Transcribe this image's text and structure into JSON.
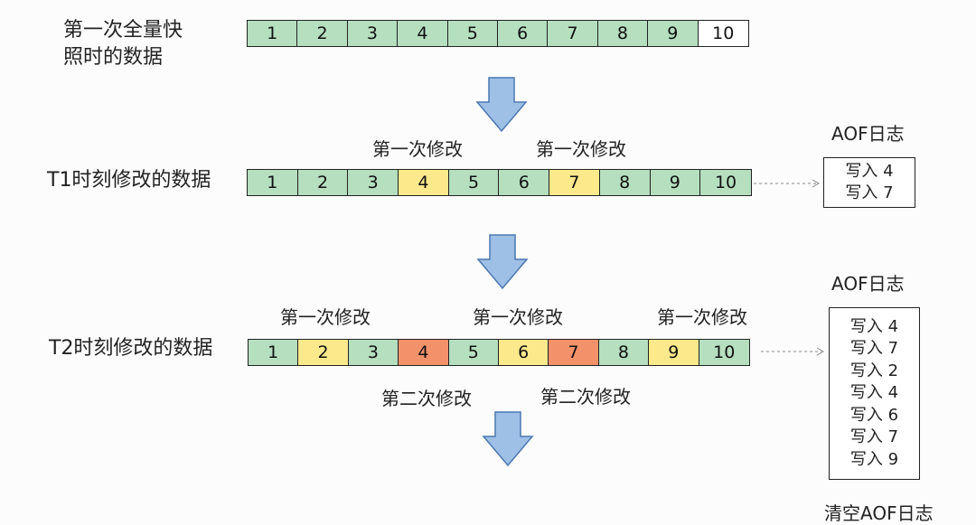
{
  "colors": {
    "green": "#b5dfbf",
    "yellow": "#fbe98c",
    "orange": "#f3926a",
    "arrow_fill": "#9ec0e6",
    "arrow_stroke": "#4a78b0"
  },
  "snapshot": {
    "label_line1": "第一次全量快",
    "label_line2": "照时的数据",
    "cells": [
      {
        "v": "1",
        "c": "green"
      },
      {
        "v": "2",
        "c": "green"
      },
      {
        "v": "3",
        "c": "green"
      },
      {
        "v": "4",
        "c": "green"
      },
      {
        "v": "5",
        "c": "green"
      },
      {
        "v": "6",
        "c": "green"
      },
      {
        "v": "7",
        "c": "green"
      },
      {
        "v": "8",
        "c": "green"
      },
      {
        "v": "9",
        "c": "green"
      },
      {
        "v": "10",
        "c": "white"
      }
    ]
  },
  "t1": {
    "label": "T1时刻修改的数据",
    "annotation_1": "第一次修改",
    "annotation_2": "第一次修改",
    "cells": [
      {
        "v": "1",
        "c": "green"
      },
      {
        "v": "2",
        "c": "green"
      },
      {
        "v": "3",
        "c": "green"
      },
      {
        "v": "4",
        "c": "yellow"
      },
      {
        "v": "5",
        "c": "green"
      },
      {
        "v": "6",
        "c": "green"
      },
      {
        "v": "7",
        "c": "yellow"
      },
      {
        "v": "8",
        "c": "green"
      },
      {
        "v": "9",
        "c": "green"
      },
      {
        "v": "10",
        "c": "green"
      }
    ],
    "aof_title": "AOF日志",
    "aof_entries": [
      "写入 4",
      "写入 7"
    ]
  },
  "t2": {
    "label": "T2时刻修改的数据",
    "annotation_top_1": "第一次修改",
    "annotation_top_2": "第一次修改",
    "annotation_top_3": "第一次修改",
    "annotation_bottom_1": "第二次修改",
    "annotation_bottom_2": "第二次修改",
    "cells": [
      {
        "v": "1",
        "c": "green"
      },
      {
        "v": "2",
        "c": "yellow"
      },
      {
        "v": "3",
        "c": "green"
      },
      {
        "v": "4",
        "c": "orange"
      },
      {
        "v": "5",
        "c": "green"
      },
      {
        "v": "6",
        "c": "yellow"
      },
      {
        "v": "7",
        "c": "orange"
      },
      {
        "v": "8",
        "c": "green"
      },
      {
        "v": "9",
        "c": "yellow"
      },
      {
        "v": "10",
        "c": "green"
      }
    ],
    "aof_title": "AOF日志",
    "aof_entries": [
      "写入 4",
      "写入 7",
      "写入 2",
      "写入 4",
      "写入 6",
      "写入 7",
      "写入 9"
    ]
  },
  "bottom_label": "清空AOF日志"
}
